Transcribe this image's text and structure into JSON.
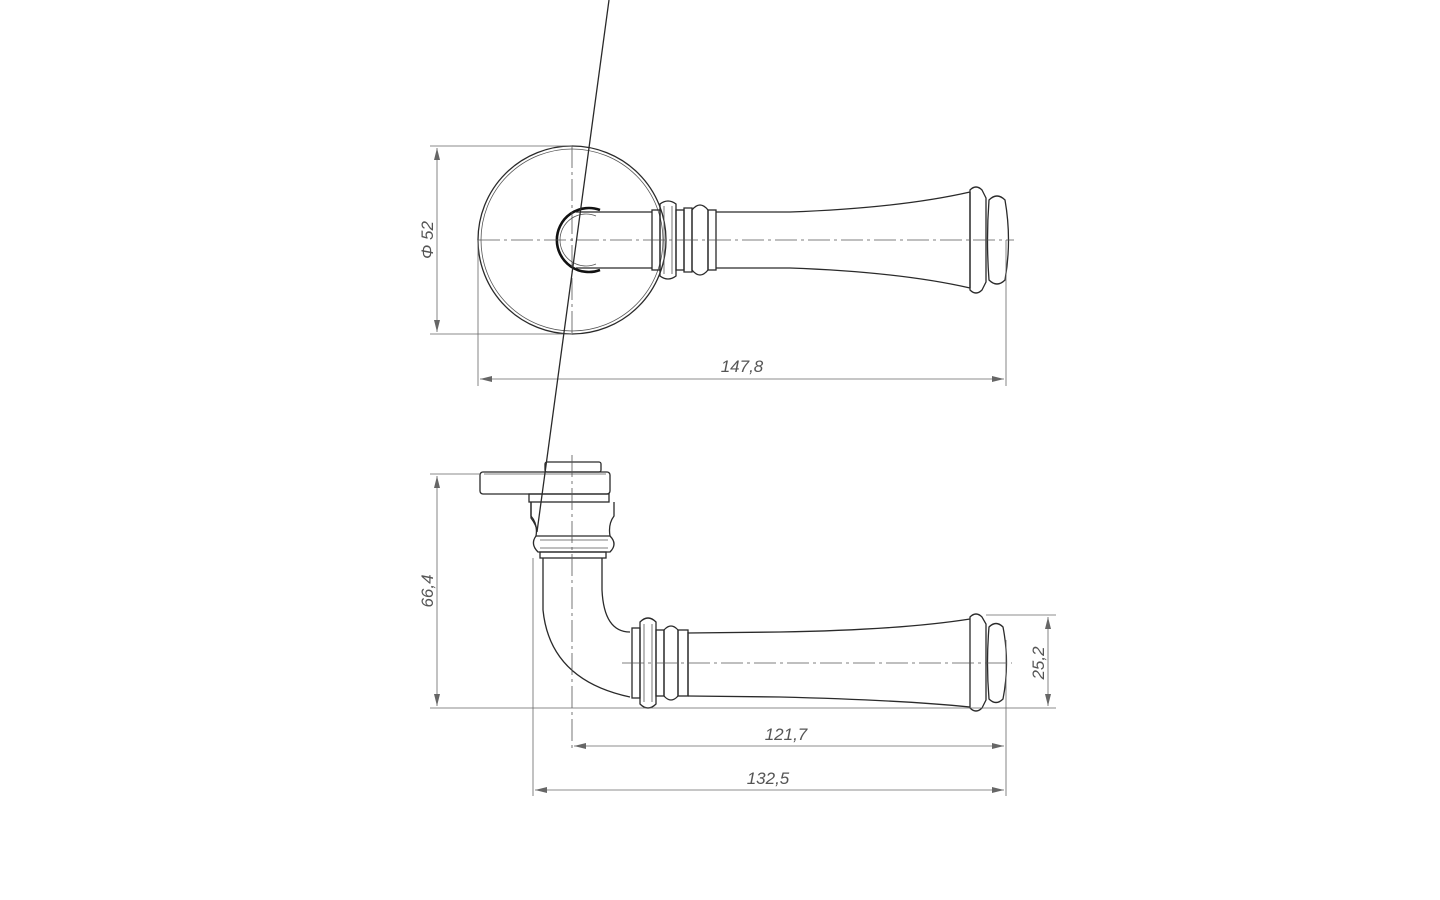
{
  "drawing": {
    "title": "Door lever handle on round rosette - technical drawing",
    "top_view": {
      "diameter_label": "Φ 52",
      "overall_length_label": "147,8"
    },
    "side_view": {
      "height_label": "66,4",
      "grip_height_label": "25,2",
      "axis_to_end_label": "121,7",
      "total_projection_label": "132,5"
    }
  }
}
